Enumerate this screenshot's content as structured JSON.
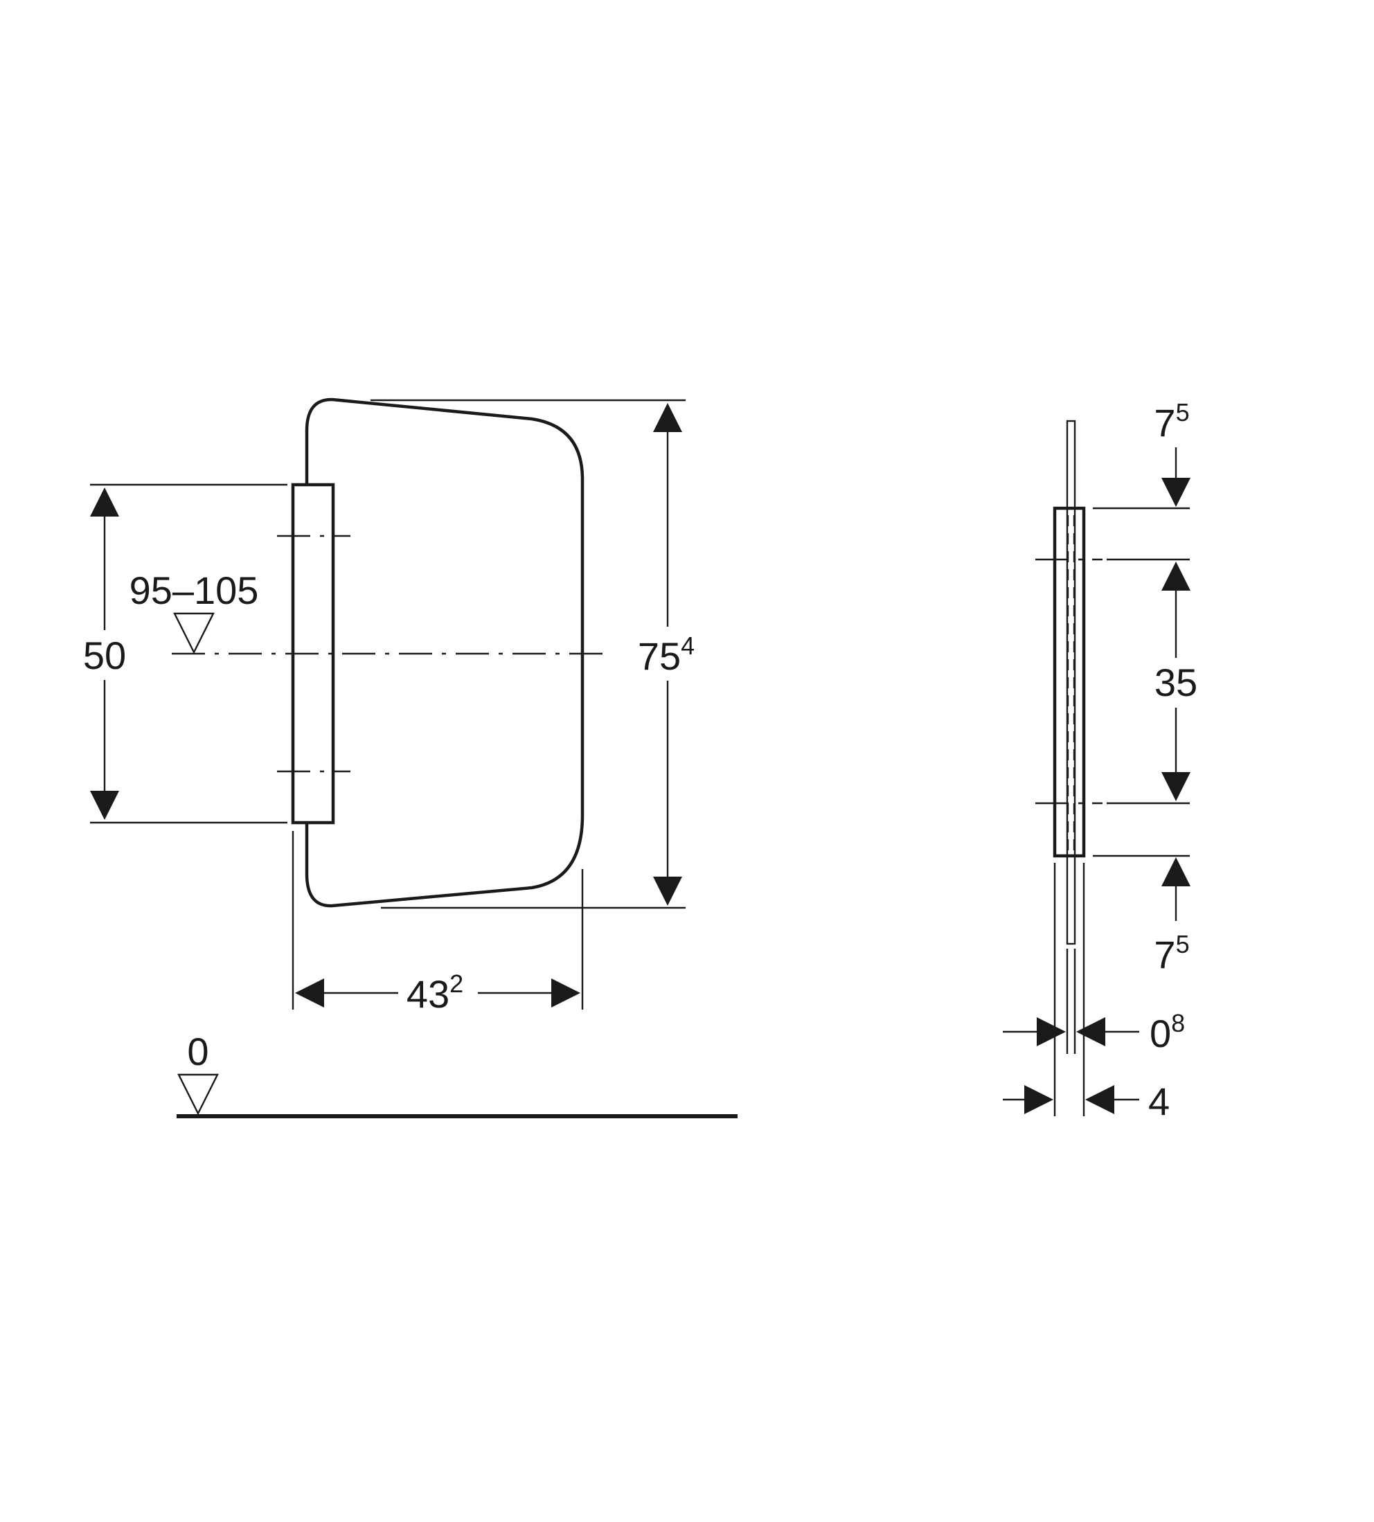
{
  "front_view": {
    "height_total": {
      "main": "75",
      "sup": "4"
    },
    "width": {
      "main": "43",
      "sup": "2"
    },
    "bracket_spacing": "50",
    "mounting_height": "95–105",
    "floor_level": "0"
  },
  "side_view": {
    "top_offset": {
      "main": "7",
      "sup": "5"
    },
    "bracket_distance": "35",
    "bottom_offset": {
      "main": "7",
      "sup": "5"
    },
    "panel_thickness": {
      "main": "0",
      "sup": "8"
    },
    "total_depth": "4"
  },
  "colors": {
    "line": "#1a1a1a",
    "background": "#ffffff"
  }
}
